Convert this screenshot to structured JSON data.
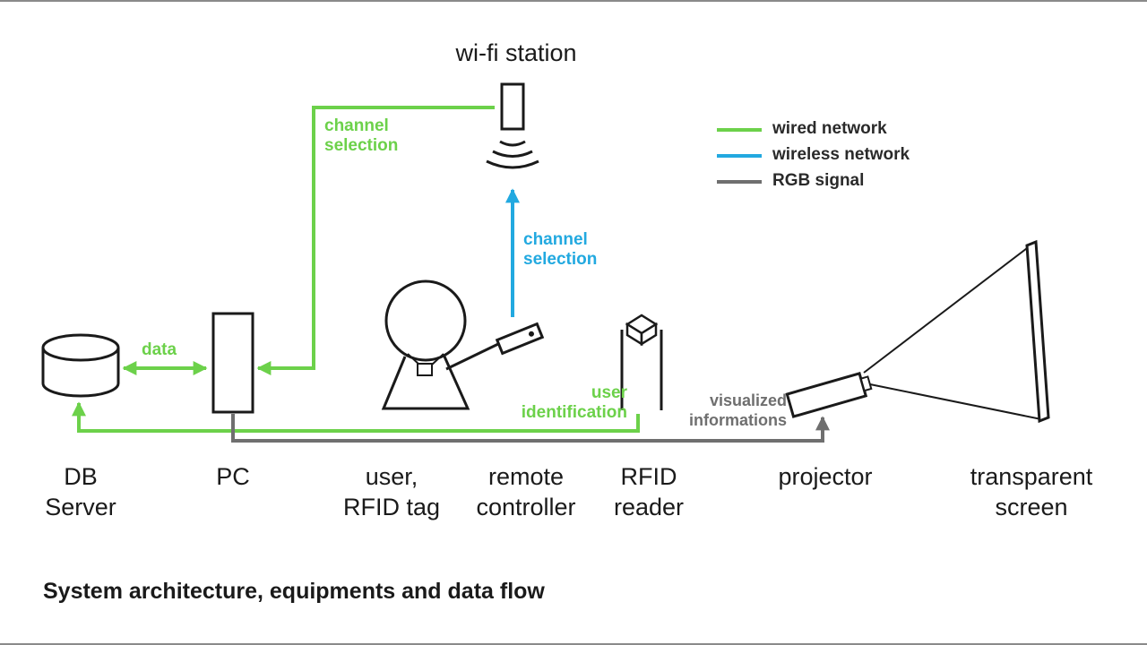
{
  "colors": {
    "wired": "#6cd14a",
    "wireless": "#22a9e0",
    "rgb": "#6f6f6f",
    "ink": "#1a1a1a"
  },
  "title": "wi-fi station",
  "legend": [
    {
      "label": "wired network",
      "color": "#6cd14a"
    },
    {
      "label": "wireless network",
      "color": "#22a9e0"
    },
    {
      "label": "RGB signal",
      "color": "#6f6f6f"
    }
  ],
  "components": {
    "db_server": "DB\nServer",
    "pc": "PC",
    "user": "user,\nRFID tag",
    "remote": "remote\ncontroller",
    "rfid": "RFID\nreader",
    "projector": "projector",
    "screen": "transparent\nscreen"
  },
  "flows": {
    "channel_selection_wired": "channel\nselection",
    "channel_selection_wireless": "channel\nselection",
    "data": "data",
    "user_identification": "user\nidentification",
    "visualized": "visualized\ninformations"
  },
  "caption": "System architecture, equipments and data flow"
}
